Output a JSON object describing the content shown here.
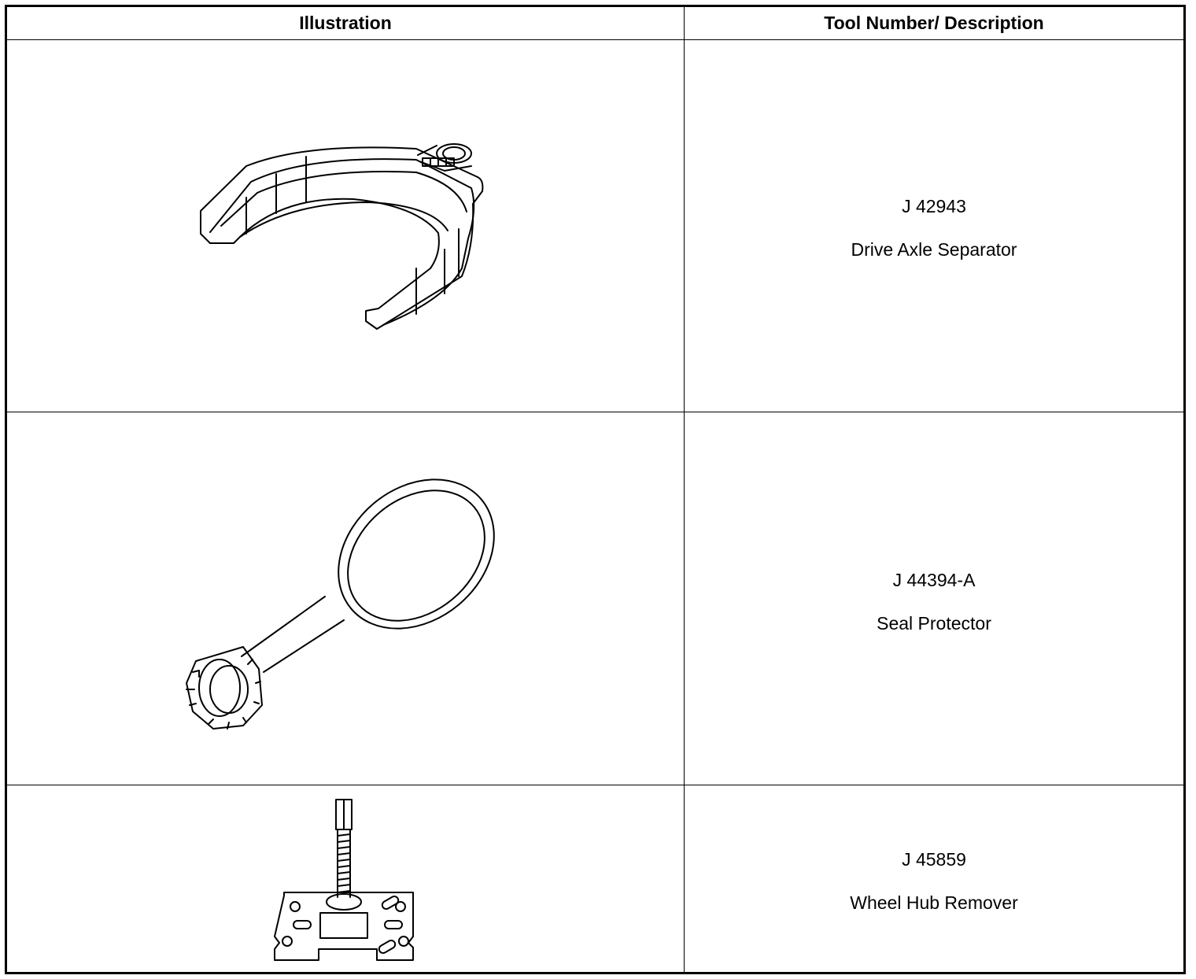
{
  "table": {
    "header": {
      "illustration": "Illustration",
      "description": "Tool Number/ Description"
    },
    "rows": [
      {
        "tool_number": "J 42943",
        "description": "Drive Axle Separator",
        "icon": "drive-axle-separator-icon"
      },
      {
        "tool_number": "J 44394-A",
        "description": "Seal Protector",
        "icon": "seal-protector-icon"
      },
      {
        "tool_number": "J 45859",
        "description": "Wheel Hub Remover",
        "icon": "wheel-hub-remover-icon"
      }
    ]
  }
}
